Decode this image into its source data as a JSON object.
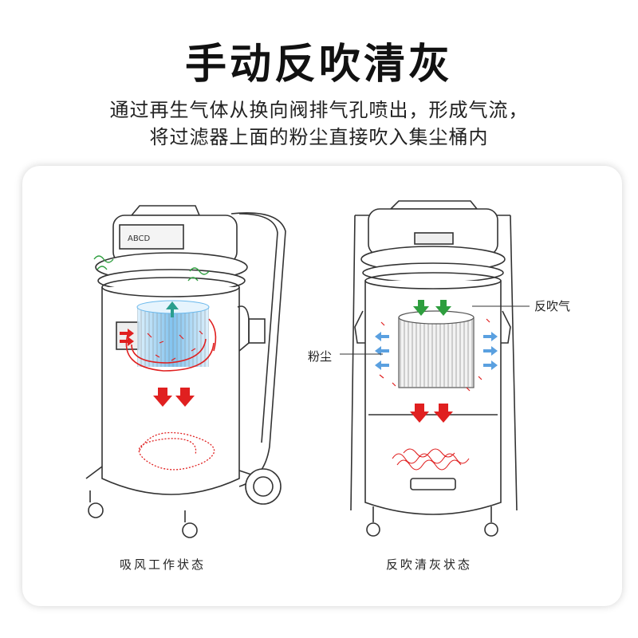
{
  "header": {
    "title": "手动反吹清灰",
    "subtitle_line1": "通过再生气体从换向阀排气孔喷出，形成气流，",
    "subtitle_line2": "将过滤器上面的粉尘直接吹入集尘桶内"
  },
  "left_machine": {
    "caption": "吸风工作状态"
  },
  "right_machine": {
    "caption": "反吹清灰状态",
    "callout_air": "反吹气",
    "callout_dust": "粉尘"
  },
  "colors": {
    "arrow_red": "#e02020",
    "arrow_green": "#2e9e3e",
    "arrow_blue": "#5aa0e0",
    "filter_blue": "#6ab8ec",
    "line": "#333333"
  }
}
